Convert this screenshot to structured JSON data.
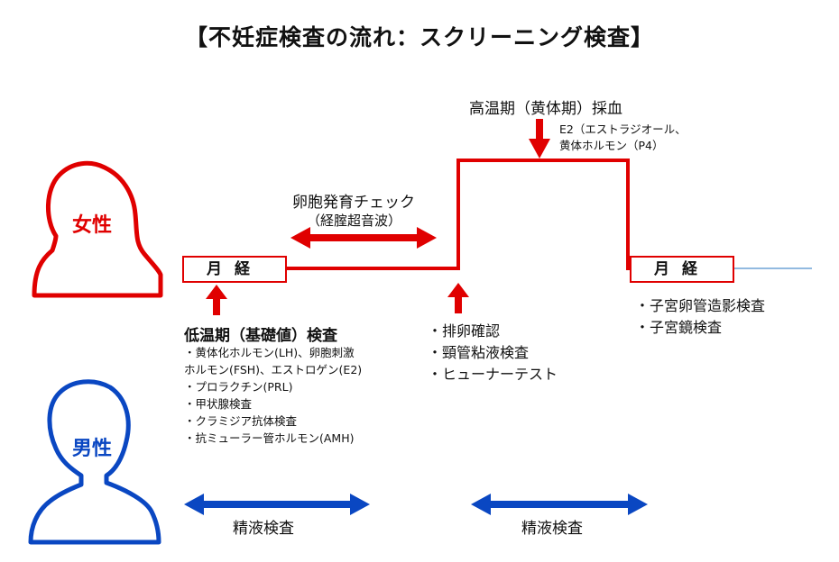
{
  "title": "【不妊症検査の流れ：スクリーニング検査】",
  "female_label": "女性",
  "male_label": "男性",
  "menstruation_left": "月経",
  "menstruation_right": "月経",
  "follicle_check": "卵胞発育チェック",
  "follicle_check_sub": "（経腟超音波）",
  "high_temp_title": "高温期（黄体期）採血",
  "high_temp_details": [
    "E2（エストラジオール、",
    "黄体ホルモン（P4）"
  ],
  "low_temp_title": "低温期（基礎値）検査",
  "low_temp_items": [
    "・黄体化ホルモン(LH)、卵胞刺激",
    "ホルモン(FSH)、エストロゲン(E2)",
    "・プロラクチン(PRL)",
    "・甲状腺検査",
    "・クラミジア抗体検査",
    "・抗ミューラー管ホルモン(AMH)"
  ],
  "ovulation_items": [
    "・排卵確認",
    "・頸管粘液検査",
    "・ヒューナーテスト"
  ],
  "late_items": [
    "・子宮卵管造影検査",
    "・子宮鏡検査"
  ],
  "semen_test_1": "精液検査",
  "semen_test_2": "精液検査",
  "colors": {
    "female": "#e00000",
    "male": "#0a47c2",
    "line_end": "#6fa3d6"
  }
}
